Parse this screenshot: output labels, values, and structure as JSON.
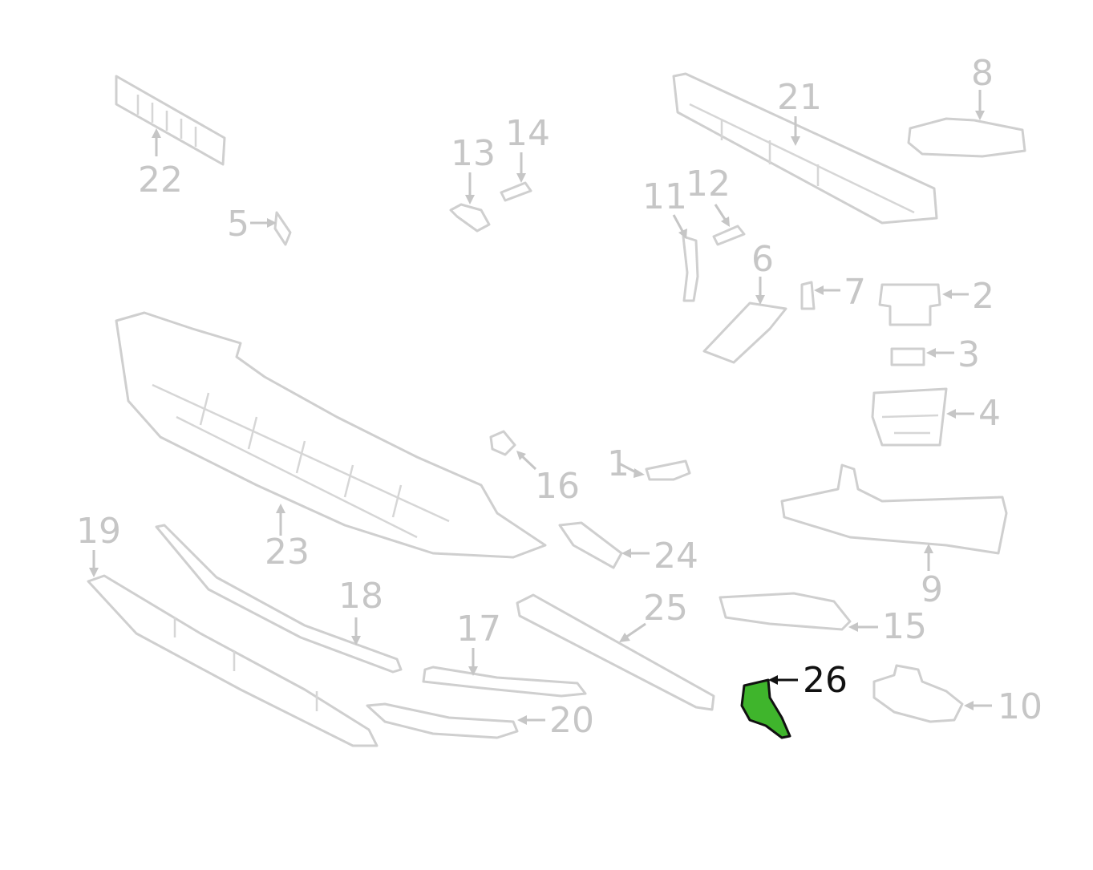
{
  "diagram": {
    "highlight_color": "#3fb52c",
    "highlighted_part": "26",
    "labels": [
      "1",
      "2",
      "3",
      "4",
      "5",
      "6",
      "7",
      "8",
      "9",
      "10",
      "11",
      "12",
      "13",
      "14",
      "15",
      "16",
      "17",
      "18",
      "19",
      "20",
      "21",
      "22",
      "23",
      "24",
      "25",
      "26"
    ]
  }
}
